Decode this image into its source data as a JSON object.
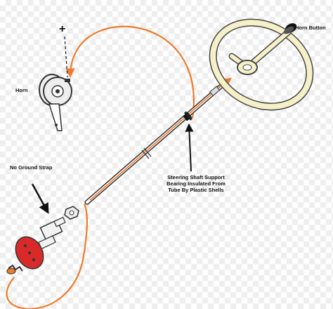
{
  "labels": {
    "horn": "Horn",
    "horn_button": "Horn Button",
    "no_ground_strap": "No Ground Strap",
    "plus_sign": "+",
    "shaft_support_lines": [
      "Steering Shaft Support",
      "Bearing Insulated From",
      "Tube By Plastic Shells"
    ]
  },
  "colors": {
    "wire": "#f07a2a",
    "steering_wheel_fill": "#f6f0c8",
    "steering_wheel_stroke": "#444444",
    "coupling_disc": "#d92a2a",
    "checker_light": "#ffffff",
    "checker_dark": "#eeeeee"
  },
  "icons": {
    "steering_wheel": "steering-wheel-icon",
    "horn_button": "horn-button-icon",
    "horn": "horn-icon",
    "steering_column": "steering-column-icon",
    "flex_coupling": "flex-coupling-icon"
  }
}
